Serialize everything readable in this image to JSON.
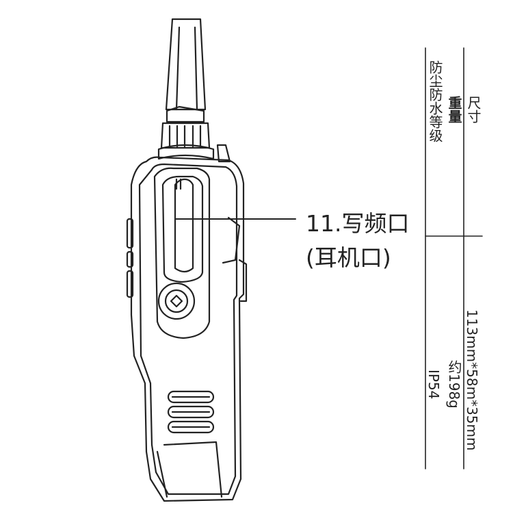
{
  "callout": {
    "line1": "11.写频口",
    "line2": "(耳机口)"
  },
  "spec_table": {
    "labels": [
      "尺寸",
      "重量",
      "防尘防水等级"
    ],
    "values": [
      "113mm*58m*35mm",
      "约198g",
      "IP54"
    ]
  },
  "colors": {
    "line": "#222222",
    "background": "#ffffff"
  }
}
